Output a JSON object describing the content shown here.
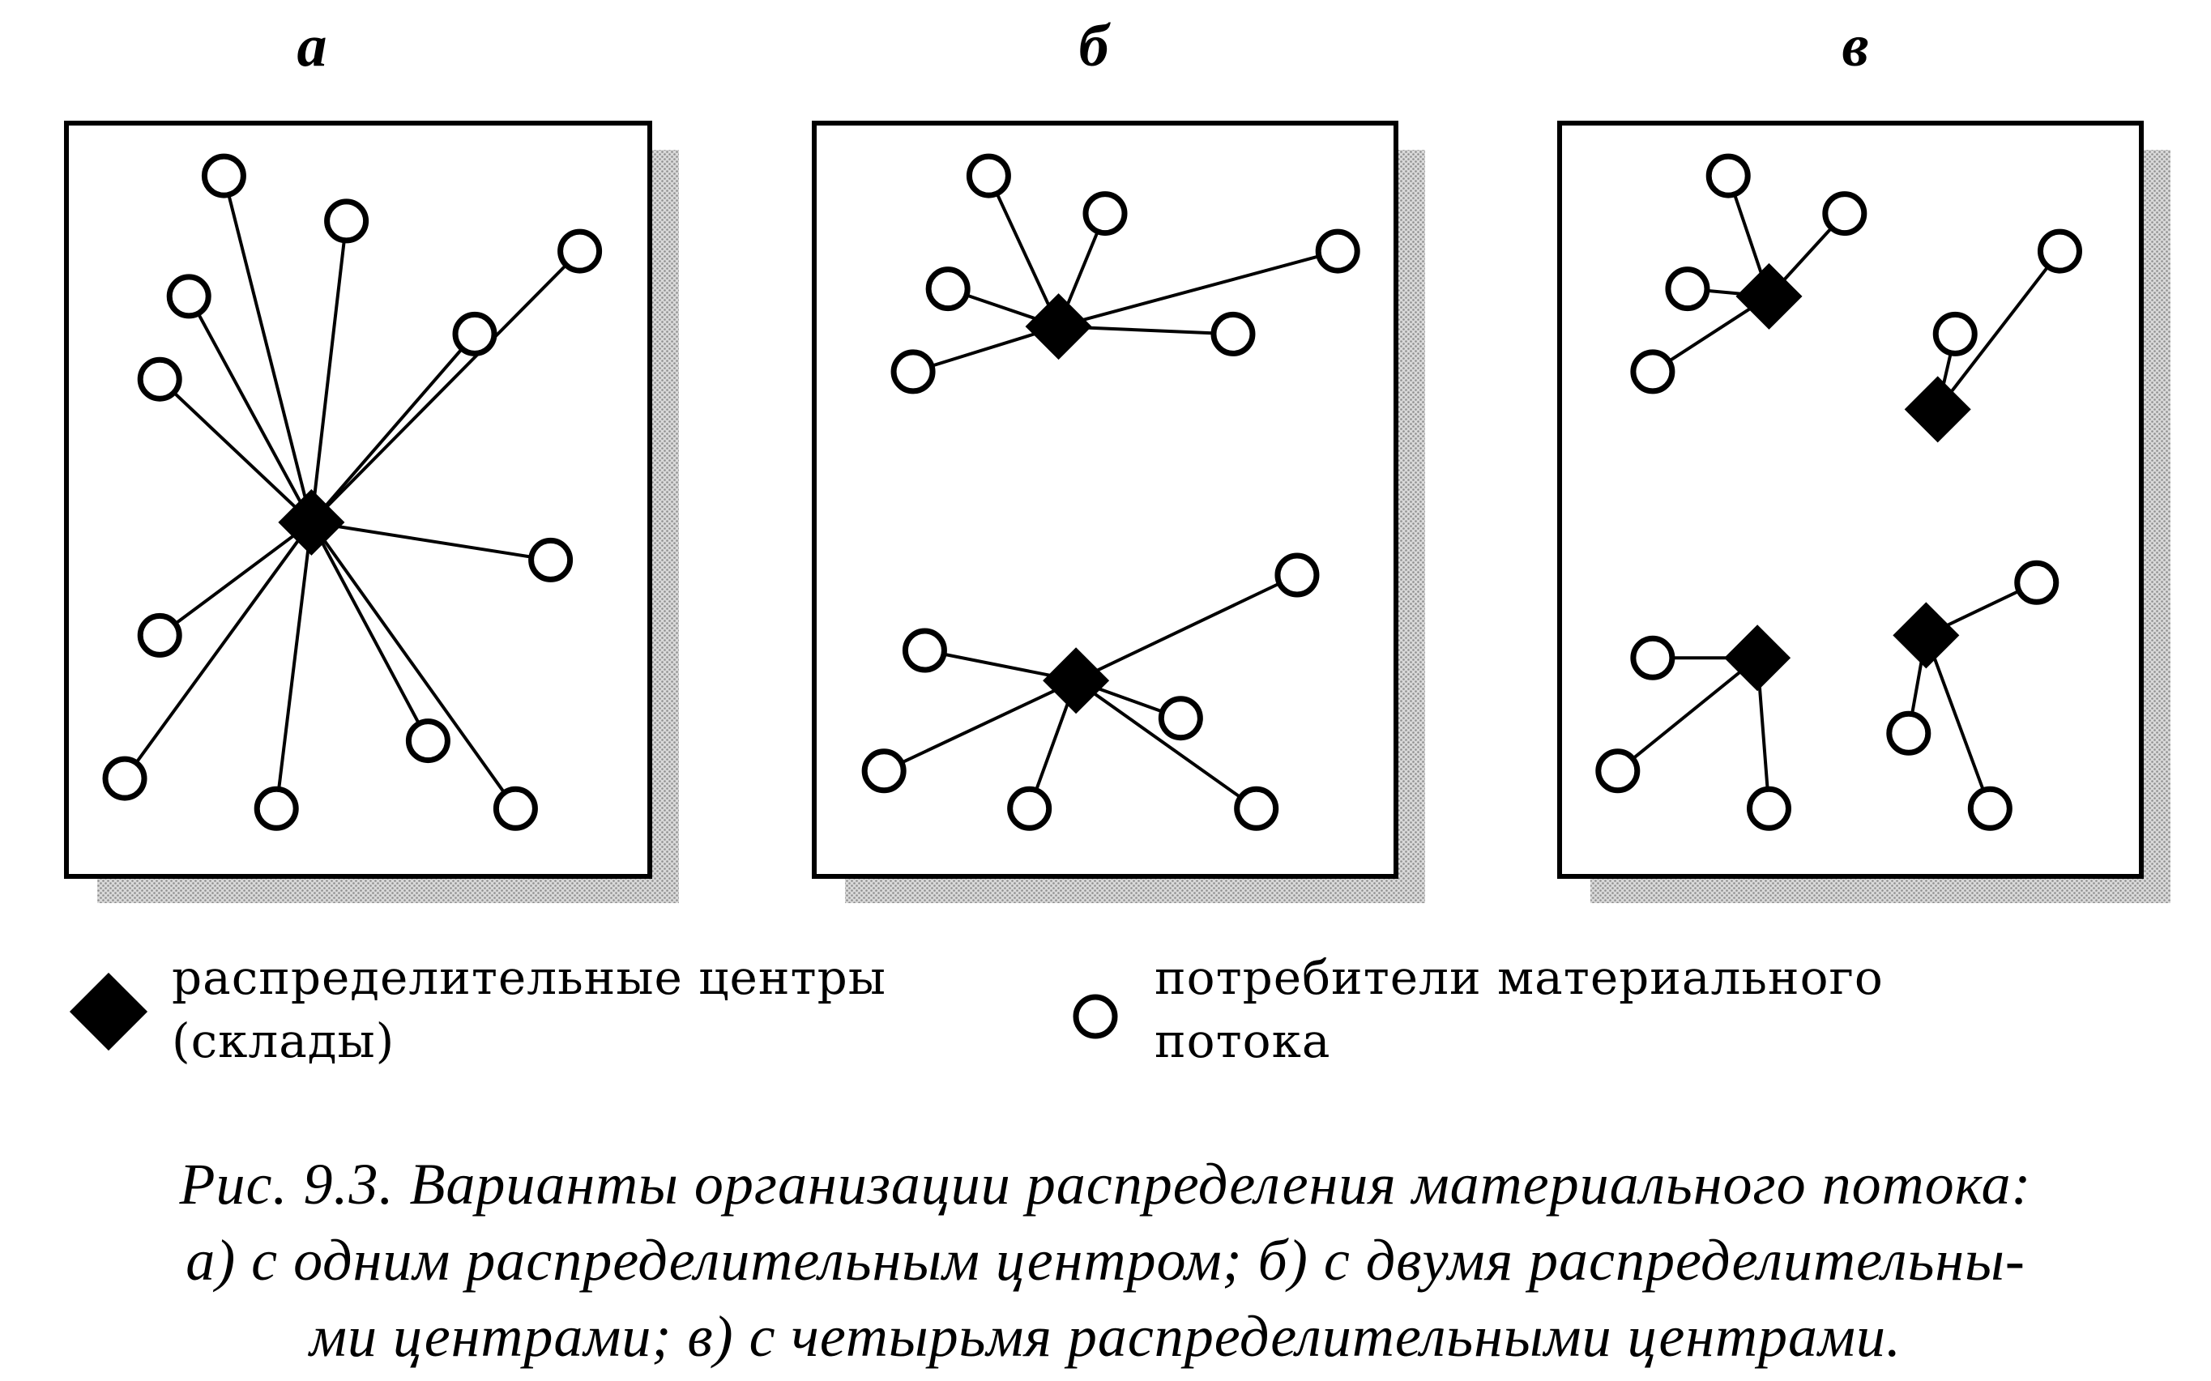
{
  "panels": [
    {
      "letter": "а",
      "centers": [
        [
          0.42,
          0.53
        ]
      ],
      "edges": [
        [
          0,
          [
            0.27,
            0.07
          ]
        ],
        [
          0,
          [
            0.48,
            0.13
          ]
        ],
        [
          0,
          [
            0.21,
            0.23
          ]
        ],
        [
          0,
          [
            0.16,
            0.34
          ]
        ],
        [
          0,
          [
            0.7,
            0.28
          ]
        ],
        [
          0,
          [
            0.88,
            0.17
          ]
        ],
        [
          0,
          [
            0.83,
            0.58
          ]
        ],
        [
          0,
          [
            0.16,
            0.68
          ]
        ],
        [
          0,
          [
            0.1,
            0.87
          ]
        ],
        [
          0,
          [
            0.36,
            0.91
          ]
        ],
        [
          0,
          [
            0.62,
            0.82
          ]
        ],
        [
          0,
          [
            0.77,
            0.91
          ]
        ]
      ]
    },
    {
      "letter": "б",
      "centers": [
        [
          0.42,
          0.27
        ],
        [
          0.45,
          0.74
        ]
      ],
      "edges": [
        [
          0,
          [
            0.3,
            0.07
          ]
        ],
        [
          0,
          [
            0.5,
            0.12
          ]
        ],
        [
          0,
          [
            0.23,
            0.22
          ]
        ],
        [
          0,
          [
            0.17,
            0.33
          ]
        ],
        [
          0,
          [
            0.9,
            0.17
          ]
        ],
        [
          0,
          [
            0.72,
            0.28
          ]
        ],
        [
          1,
          [
            0.19,
            0.7
          ]
        ],
        [
          1,
          [
            0.83,
            0.6
          ]
        ],
        [
          1,
          [
            0.63,
            0.79
          ]
        ],
        [
          1,
          [
            0.12,
            0.86
          ]
        ],
        [
          1,
          [
            0.37,
            0.91
          ]
        ],
        [
          1,
          [
            0.76,
            0.91
          ]
        ]
      ]
    },
    {
      "letter": "в",
      "centers": [
        [
          0.36,
          0.23
        ],
        [
          0.65,
          0.38
        ],
        [
          0.34,
          0.71
        ],
        [
          0.63,
          0.68
        ]
      ],
      "edges": [
        [
          0,
          [
            0.29,
            0.07
          ]
        ],
        [
          0,
          [
            0.49,
            0.12
          ]
        ],
        [
          0,
          [
            0.22,
            0.22
          ]
        ],
        [
          0,
          [
            0.16,
            0.33
          ]
        ],
        [
          1,
          [
            0.68,
            0.28
          ]
        ],
        [
          1,
          [
            0.86,
            0.17
          ]
        ],
        [
          2,
          [
            0.16,
            0.71
          ]
        ],
        [
          2,
          [
            0.1,
            0.86
          ]
        ],
        [
          2,
          [
            0.36,
            0.91
          ]
        ],
        [
          3,
          [
            0.82,
            0.61
          ]
        ],
        [
          3,
          [
            0.6,
            0.81
          ]
        ],
        [
          3,
          [
            0.74,
            0.91
          ]
        ]
      ]
    }
  ],
  "legend": {
    "centers_label_line1": "распределительные центры",
    "centers_label_line2": "(склады)",
    "consumers_label_line1": "потребители материального",
    "consumers_label_line2": "потока"
  },
  "caption": {
    "line1": "Рис. 9.3. Варианты организации распределения материального потока:",
    "line2": "а) с одним распределительным центром; б) с двумя распределительны-",
    "line3": "ми центрами; в) с четырьмя распределительными центрами."
  }
}
